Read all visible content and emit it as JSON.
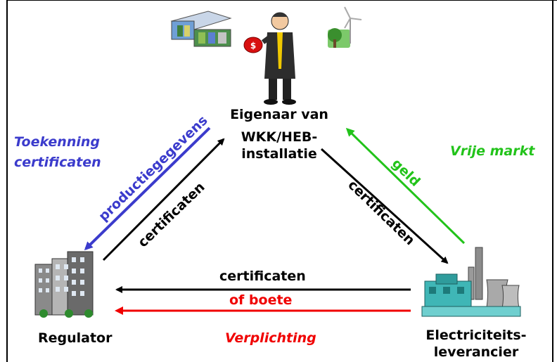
{
  "nodes": {
    "owner_line1": "Eigenaar van",
    "owner_line2": "WKK/HEB-",
    "owner_line3": "installatie",
    "regulator": "Regulator",
    "supplier_line1": "Electriciteits-",
    "supplier_line2": "leverancier"
  },
  "side_labels": {
    "left_line1": "Toekenning",
    "left_line2": "certificaten",
    "right": "Vrije markt",
    "bottom": "Verplichting"
  },
  "arrow_labels": {
    "production_data": "productiegegevens",
    "left_certificates": "certificaten",
    "money": "geld",
    "right_certificates": "certificaten",
    "bottom_certificates": "certificaten",
    "penalty": "of boete"
  },
  "colors": {
    "blue": "#3b3bcc",
    "green": "#22c31a",
    "red": "#f00000",
    "black": "#000000"
  }
}
